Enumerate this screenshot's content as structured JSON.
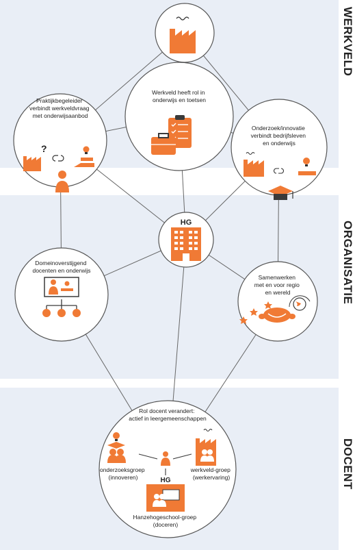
{
  "colors": {
    "band": "#e9eef6",
    "accent": "#f07a35",
    "accent_dark": "#3a3a3a",
    "line": "#666666",
    "circle_stroke": "#555555"
  },
  "bands": {
    "werkveld": "WERKVELD",
    "organisatie": "ORGANISATIE",
    "docent": "DOCENT"
  },
  "nodes": {
    "factory_top": {
      "label": ""
    },
    "rol_werkveld": {
      "lines": [
        "Werkveld heeft rol in",
        "onderwijs en toetsen"
      ]
    },
    "praktijk": {
      "lines": [
        "Praktijkbegeleider",
        "verbindt werkveldvraag",
        "met onderwijsaanbod"
      ]
    },
    "onderzoek": {
      "lines": [
        "Onderzoek/innovatie",
        "verbindt bedrijfsleven",
        "en onderwijs"
      ]
    },
    "hg_center": {
      "label": "HG"
    },
    "domein": {
      "lines": [
        "Domeinoverstijgend",
        "docenten en onderwijs"
      ]
    },
    "samenwerken": {
      "lines": [
        "Samenwerken",
        "met en voor regio",
        "en wereld"
      ]
    },
    "docent": {
      "lines": [
        "Rol docent verandert:",
        "actief in leergemeenschappen"
      ],
      "groups": {
        "onderzoek": [
          "onderzoeksgroep",
          "(innoveren)"
        ],
        "werkveld": [
          "werkveld-groep",
          "(werkervaring)"
        ],
        "hanze": [
          "Hanzehogeschool-groep",
          "(doceren)"
        ],
        "hg_label": "HG"
      }
    }
  }
}
